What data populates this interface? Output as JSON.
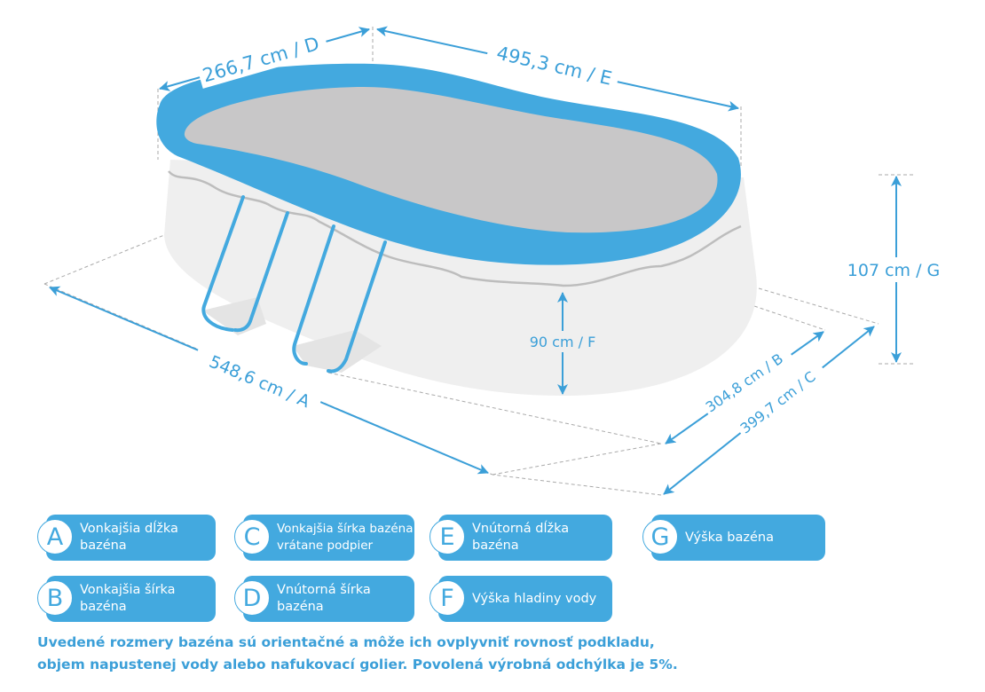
{
  "dimensions": {
    "A": "548,6 cm / A",
    "B": "304,8 cm / B",
    "C": "399,7 cm / C",
    "D": "266,7 cm / D",
    "E": "495,3 cm / E",
    "F": "90 cm / F",
    "G": "107 cm / G"
  },
  "legend": [
    {
      "letter": "A",
      "line1": "Vonkajšia dĺžka",
      "line2": "bazéna"
    },
    {
      "letter": "B",
      "line1": "Vonkajšia šírka",
      "line2": "bazéna"
    },
    {
      "letter": "C",
      "line1": "Vonkajšia šírka bazéna",
      "line2": "vrátane podpier"
    },
    {
      "letter": "D",
      "line1": "Vnútorná šírka",
      "line2": "bazéna"
    },
    {
      "letter": "E",
      "line1": "Vnútorná dĺžka",
      "line2": "bazéna"
    },
    {
      "letter": "F",
      "line1": "Výška hladiny vody",
      "line2": ""
    },
    {
      "letter": "G",
      "line1": "Výška bazéna",
      "line2": ""
    }
  ],
  "note": {
    "line1": "Uvedené rozmery bazéna sú orientačné a môže ich ovplyvniť rovnosť podkladu,",
    "line2": "objem napustenej vody alebo nafukovací golier. Povolená výrobná odchýlka je 5%."
  },
  "colors": {
    "accent": "#43a9df",
    "wall": "#efefef",
    "cover": "#c8c7c8"
  }
}
